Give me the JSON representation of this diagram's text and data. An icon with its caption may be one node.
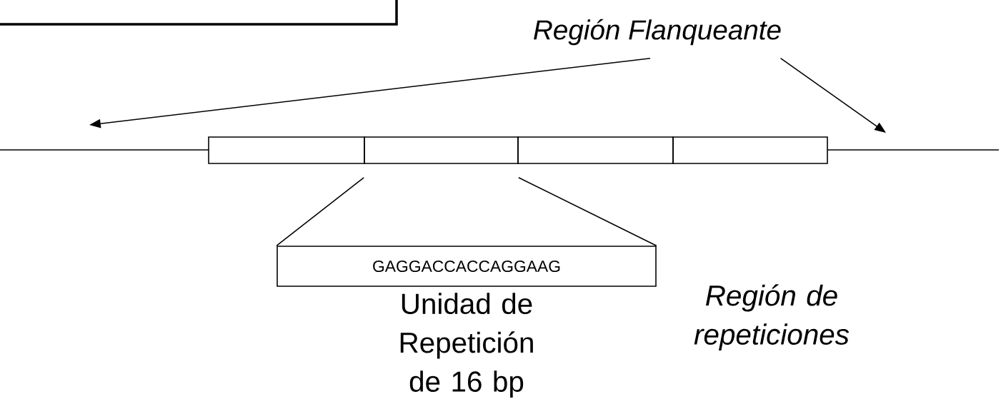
{
  "diagram": {
    "nodes": [
      {
        "text": [],
        "shape": "box"
      },
      {
        "text": [
          "Región Flanqueante"
        ]
      },
      {
        "text": [],
        "shape": "box"
      },
      {
        "text": [],
        "shape": "box"
      },
      {
        "text": [],
        "shape": "box"
      },
      {
        "text": [],
        "shape": "box"
      },
      {
        "text": [
          "GAGGACCACCAGGAAG"
        ],
        "beside": [
          "Unidad de Repetición de 16 bp"
        ]
      }
    ],
    "edges": [
      {
        "from": 1,
        "to": null,
        "arrow": "to"
      },
      {
        "from": 1,
        "to": null,
        "arrow": "to"
      },
      {
        "from": 3,
        "to": 6,
        "arrow": "none"
      },
      {
        "from": 3,
        "to": 6,
        "arrow": "none"
      }
    ],
    "labels": [
      "Región de repeticiones"
    ]
  }
}
